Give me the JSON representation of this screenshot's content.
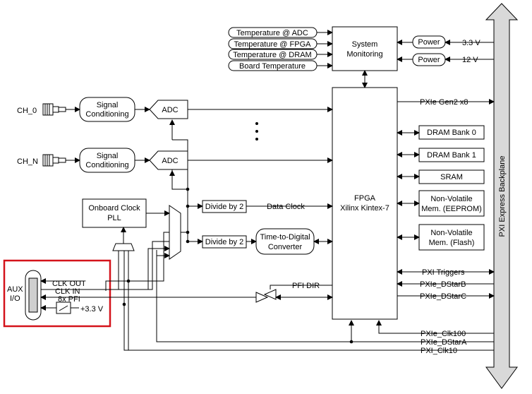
{
  "colors": {
    "line": "#000000",
    "backplane_fill": "#d9d9d9",
    "highlight": "#d4131b",
    "aux_connector_fill": "#cfcfcf"
  },
  "monitoring": {
    "inputs": [
      "Temperature @ ADC",
      "Temperature @ FPGA",
      "Temperature @ DRAM",
      "Board Temperature"
    ],
    "block_line1": "System",
    "block_line2": "Monitoring",
    "power": [
      {
        "label": "Power",
        "voltage": "3.3 V"
      },
      {
        "label": "Power",
        "voltage": "12 V"
      }
    ]
  },
  "channels": [
    {
      "name": "CH_0",
      "sc1": "Signal",
      "sc2": "Conditioning",
      "adc": "ADC"
    },
    {
      "name": "CH_N",
      "sc1": "Signal",
      "sc2": "Conditioning",
      "adc": "ADC"
    }
  ],
  "clock": {
    "pll1": "Onboard Clock",
    "pll2": "PLL",
    "divide1": "Divide by 2",
    "divide2": "Divide by 2",
    "data_clock": "Data Clock",
    "tdc1": "Time-to-Digital",
    "tdc2": "Converter"
  },
  "fpga": {
    "line1": "FPGA",
    "line2": "Xilinx Kintex-7"
  },
  "right_blocks": [
    {
      "line1": "DRAM Bank 0",
      "line2": ""
    },
    {
      "line1": "DRAM Bank 1",
      "line2": ""
    },
    {
      "line1": "SRAM",
      "line2": ""
    },
    {
      "line1": "Non-Volatile",
      "line2": "Mem. (EEPROM)"
    },
    {
      "line1": "Non-Volatile",
      "line2": "Mem. (Flash)"
    }
  ],
  "backplane": {
    "label": "PXI Express Backplane",
    "gen2": "PXIe Gen2 x8",
    "triggers": "PXI Triggers",
    "dstarb": "PXIe_DStarB",
    "dstarc": "PXIe_DStarC",
    "clk100": "PXIe_Clk100",
    "dstara": "PXIe_DStarA",
    "clk10": "PXI_Clk10"
  },
  "aux": {
    "label1": "AUX",
    "label2": "I/O",
    "clk_out": "CLK OUT",
    "clk_in": "CLK IN",
    "pfi": "8x PFI",
    "v33": "+3.3 V",
    "pfi_dir": "PFI DIR"
  }
}
